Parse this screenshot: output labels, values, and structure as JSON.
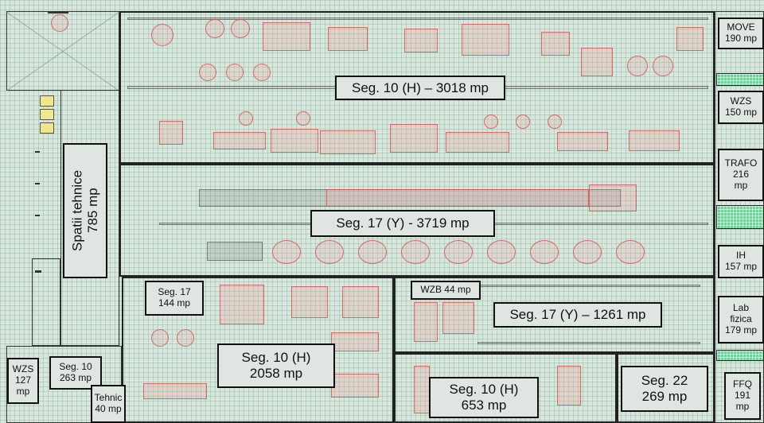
{
  "zones": [
    {
      "id": "seg10-top",
      "lines": [
        "Seg. 10 (H) – 3018 mp"
      ]
    },
    {
      "id": "seg17-mid",
      "lines": [
        "Seg. 17 (Y) -  3719 mp"
      ]
    },
    {
      "id": "spatii",
      "lines": [
        "Spatii tehnice",
        "785 mp"
      ]
    },
    {
      "id": "seg17-small",
      "lines": [
        "Seg. 17",
        "144 mp"
      ]
    },
    {
      "id": "wzb",
      "lines": [
        "WZB 44 mp"
      ]
    },
    {
      "id": "seg17-right",
      "lines": [
        "Seg. 17 (Y) – 1261 mp"
      ]
    },
    {
      "id": "seg10-2058",
      "lines": [
        "Seg. 10 (H)",
        "2058 mp"
      ]
    },
    {
      "id": "seg10-653",
      "lines": [
        "Seg. 10 (H)",
        "653 mp"
      ]
    },
    {
      "id": "seg22",
      "lines": [
        "Seg. 22",
        "269 mp"
      ]
    },
    {
      "id": "wzs-left",
      "lines": [
        "WZS",
        "127",
        "mp"
      ]
    },
    {
      "id": "seg10-263",
      "lines": [
        "Seg. 10",
        "263 mp"
      ]
    },
    {
      "id": "tehnic",
      "lines": [
        "Tehnic",
        "40 mp"
      ]
    },
    {
      "id": "move",
      "lines": [
        "MOVE",
        "190 mp"
      ]
    },
    {
      "id": "wzs-right",
      "lines": [
        "WZS",
        "150 mp"
      ]
    },
    {
      "id": "trafo",
      "lines": [
        "TRAFO",
        "216",
        "mp"
      ]
    },
    {
      "id": "ih",
      "lines": [
        "IH",
        "157 mp"
      ]
    },
    {
      "id": "lab",
      "lines": [
        "Lab",
        "fizica",
        "179 mp"
      ]
    },
    {
      "id": "ffq",
      "lines": [
        "FFQ",
        "191",
        "mp"
      ]
    }
  ],
  "colors": {
    "equipment": "#e06060",
    "grid": "#78aa8c",
    "technical_strip": "#6fcf97",
    "label_bg": "#dfe6e1"
  }
}
